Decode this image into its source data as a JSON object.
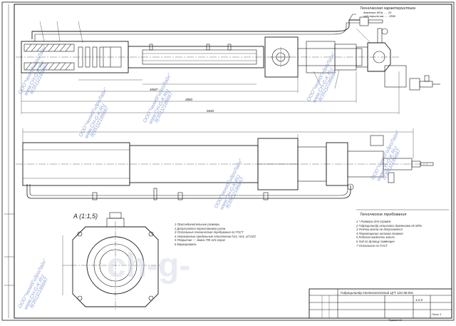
{
  "title_block": {
    "designation": "Гидроцилиндр телескопический ЦГТ 11D 86.001",
    "scale": "1:2,5",
    "sheet": "Лист 1",
    "format": "Формат A1"
  },
  "tech_chars": {
    "title": "Техническая характеристика",
    "lines": [
      "давление МПа ..... 20",
      "ход поршня мм ..... 3860"
    ]
  },
  "view_label": "A (1:1,5)",
  "notes_left": {
    "lines": [
      "1 Присоединительные размеры",
      "2 Допускается перестановка узлов",
      "3 Остальные технические требования по ГОСТ",
      "4 Неуказанные предельные отклонения h14, H14, ±IT14/2",
      "5 Покрытие — эмаль ПФ-115 серая",
      "6 Маркировать"
    ]
  },
  "notes_right": {
    "title": "Технические требования",
    "lines": [
      "1 * Размеры для справок",
      "2 Гидроцилиндр испытать давлением 25 МПа",
      "3 Утечки масла не допускаются",
      "4 Перемещение штоков плавное",
      "5 Рабочая жидкость масло",
      "6 Ход по фланцу совмещен",
      "7 Остальное по ГОСТ"
    ]
  },
  "watermarks": [
    "ООО\"ЧелябГидроЛайн\"",
    "www.CH-G-K.RU",
    "8(351)2186667"
  ],
  "watermark_big": "ch-g-",
  "labels": {
    "dim_top": "4060*",
    "dim_mid": "3860",
    "dim_total": "5040"
  }
}
